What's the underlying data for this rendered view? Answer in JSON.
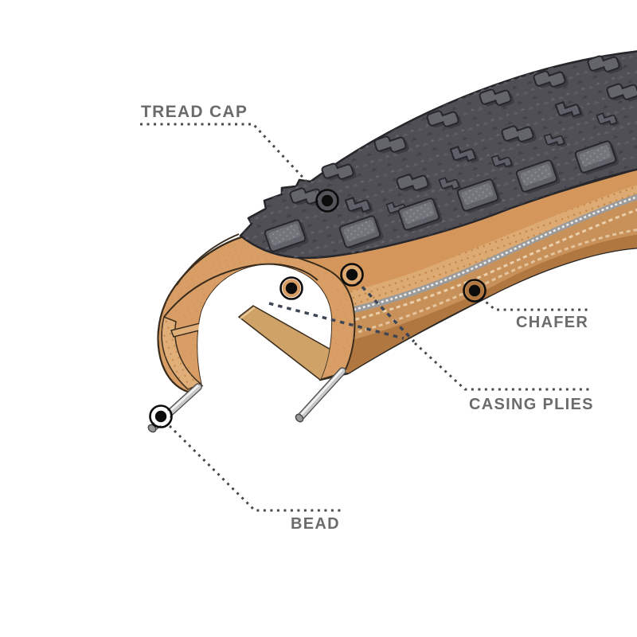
{
  "diagram": {
    "subject": "tire-cross-section-anatomy",
    "background": "#ffffff",
    "callouts": {
      "tread_cap": {
        "label": "TREAD CAP"
      },
      "chafer": {
        "label": "CHAFER"
      },
      "casing_plies": {
        "label": "CASING PLIES"
      },
      "bead": {
        "label": "BEAD"
      }
    },
    "colors": {
      "label_text": "#6b6b6b",
      "leader_line": "#4a4a4a",
      "ply_dash_line": "#3e4656",
      "marker_dot": "#0c0c0c",
      "tread_rubber": "#4f4f55",
      "knob_gray": "#5d5d64",
      "sidewall_tan": "#d4965a",
      "sidewall_tan_light": "#dcaa72",
      "sidewall_tan_dark": "#b17740",
      "cut_face_tan": "#d89e66",
      "chafer_strip_gray": "#9b9b9b",
      "bead_wire_silver": "#c9c9c9",
      "outline_brown": "#2e2a26"
    }
  }
}
